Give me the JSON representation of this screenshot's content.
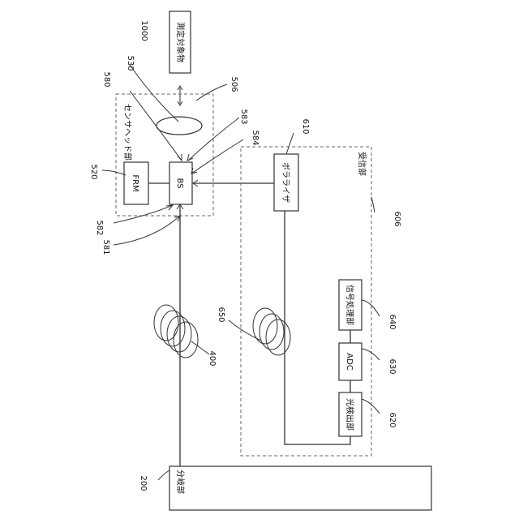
{
  "blocks": {
    "measurement_target": "測定対象物",
    "sensor_head": "センサヘッド部",
    "frm": "FRM",
    "bs": "BS",
    "receiver": "受信部",
    "polarizer": "ポラライザ",
    "photodetector": "光検出部",
    "adc": "ADC",
    "signal_processor": "信号処理部",
    "splitter": "分岐部"
  },
  "refs": {
    "r1000": "1000",
    "r530": "530",
    "r580": "580",
    "r506": "506",
    "r583": "583",
    "r584": "584",
    "r610": "610",
    "r520": "520",
    "r582": "582",
    "r581": "581",
    "r606": "606",
    "r650": "650",
    "r640": "640",
    "r400": "400",
    "r630": "630",
    "r620": "620",
    "r200": "200"
  }
}
